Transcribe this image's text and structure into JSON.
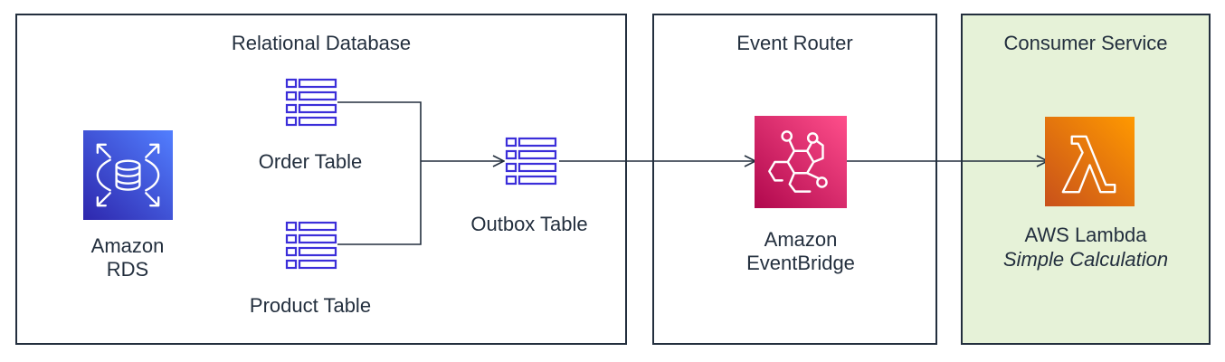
{
  "groups": {
    "relational_database": "Relational Database",
    "event_router": "Event Router",
    "consumer_service": "Consumer Service"
  },
  "nodes": {
    "rds": {
      "line1": "Amazon",
      "line2": "RDS",
      "icon": "rds-icon"
    },
    "order_table": {
      "label": "Order Table",
      "icon": "table-icon"
    },
    "product_table": {
      "label": "Product Table",
      "icon": "table-icon"
    },
    "outbox_table": {
      "label": "Outbox Table",
      "icon": "table-icon"
    },
    "eventbridge": {
      "line1": "Amazon",
      "line2": "EventBridge",
      "icon": "eventbridge-icon"
    },
    "lambda": {
      "line1": "AWS Lambda",
      "line2": "Simple Calculation",
      "icon": "lambda-icon"
    }
  },
  "colors": {
    "border": "#232f3e",
    "rds_icon": "#3b48cc",
    "eventbridge_icon": "#e7157b",
    "lambda_icon": "#ed7100",
    "table_icon": "#3b2ed9",
    "consumer_bg": "#e6f2d8"
  }
}
